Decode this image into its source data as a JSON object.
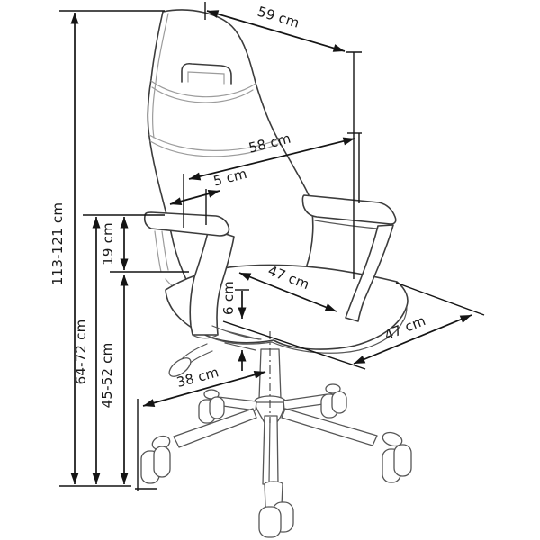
{
  "figure": {
    "alt": "Line drawing of a high-back swivel office chair on a five-star caster base, annotated with dimension arrows",
    "units": "cm"
  },
  "colors": {
    "background": "#ffffff",
    "dimension_line": "#141414",
    "chair_outline": "#3c3c3c",
    "chair_secondary": "#9c9c9c"
  },
  "dimensions": {
    "overall_height": {
      "label": "113-121 cm"
    },
    "armrest_height": {
      "label": "64-72 cm"
    },
    "armrest_over_seat": {
      "label": "19 cm"
    },
    "seat_height": {
      "label": "45-52 cm"
    },
    "backrest_top_width": {
      "label": "59 cm"
    },
    "backrest_width": {
      "label": "58 cm"
    },
    "headrest_offset": {
      "label": "5 cm"
    },
    "seat_width": {
      "label": "47 cm"
    },
    "seat_depth": {
      "label": "47 cm"
    },
    "cushion_thickness": {
      "label": "6 cm"
    },
    "base_leg_reach": {
      "label": "38 cm"
    }
  }
}
